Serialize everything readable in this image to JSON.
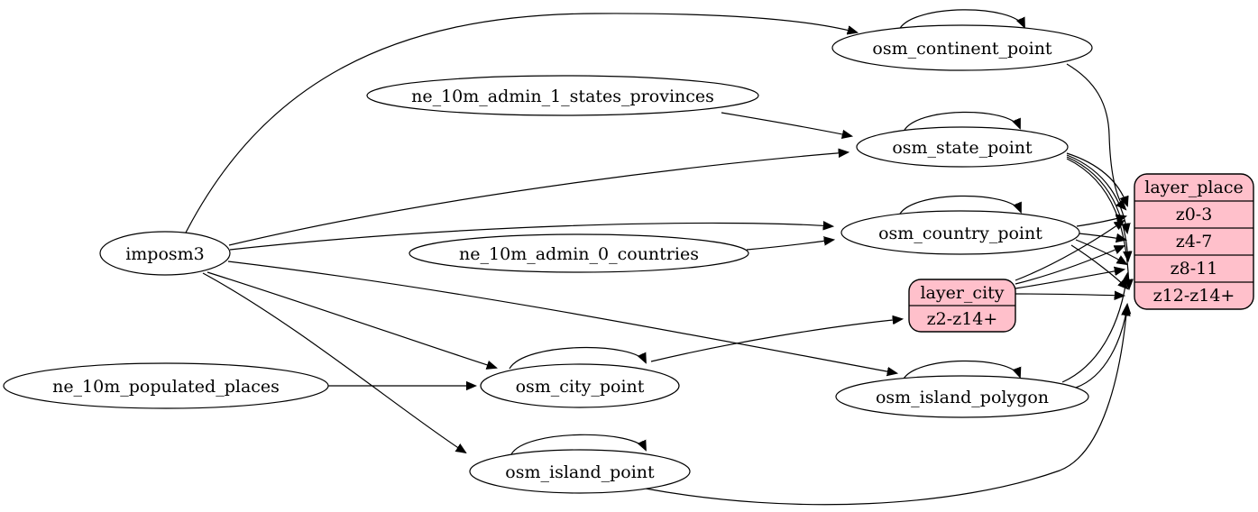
{
  "diagram": {
    "type": "etl-graph",
    "colors": {
      "background": "#ffffff",
      "node_fill": "#ffffff",
      "node_stroke": "#000000",
      "edge_stroke": "#000000",
      "layer_fill": "#ffc0cb"
    },
    "nodes": {
      "imposm3": {
        "label": "imposm3",
        "kind": "source"
      },
      "ne_10m_admin_1_states_provinces": {
        "label": "ne_10m_admin_1_states_provinces",
        "kind": "source"
      },
      "ne_10m_admin_0_countries": {
        "label": "ne_10m_admin_0_countries",
        "kind": "source"
      },
      "ne_10m_populated_places": {
        "label": "ne_10m_populated_places",
        "kind": "source"
      },
      "osm_continent_point": {
        "label": "osm_continent_point",
        "kind": "table"
      },
      "osm_state_point": {
        "label": "osm_state_point",
        "kind": "table"
      },
      "osm_country_point": {
        "label": "osm_country_point",
        "kind": "table"
      },
      "osm_city_point": {
        "label": "osm_city_point",
        "kind": "table"
      },
      "osm_island_polygon": {
        "label": "osm_island_polygon",
        "kind": "table"
      },
      "osm_island_point": {
        "label": "osm_island_point",
        "kind": "table"
      }
    },
    "records": {
      "layer_city": {
        "title": "layer_city",
        "rows": {
          "0": "z2-z14+"
        }
      },
      "layer_place": {
        "title": "layer_place",
        "rows": {
          "0": "z0-3",
          "1": "z4-7",
          "2": "z8-11",
          "3": "z12-z14+"
        }
      }
    },
    "edges": [
      {
        "from": "imposm3",
        "to": "osm_continent_point"
      },
      {
        "from": "imposm3",
        "to": "osm_state_point"
      },
      {
        "from": "imposm3",
        "to": "osm_country_point"
      },
      {
        "from": "imposm3",
        "to": "osm_city_point"
      },
      {
        "from": "imposm3",
        "to": "osm_island_polygon"
      },
      {
        "from": "imposm3",
        "to": "osm_island_point"
      },
      {
        "from": "ne_10m_admin_1_states_provinces",
        "to": "osm_state_point"
      },
      {
        "from": "ne_10m_admin_0_countries",
        "to": "osm_country_point"
      },
      {
        "from": "ne_10m_populated_places",
        "to": "osm_city_point"
      },
      {
        "from": "osm_continent_point",
        "to": "osm_continent_point"
      },
      {
        "from": "osm_state_point",
        "to": "osm_state_point"
      },
      {
        "from": "osm_country_point",
        "to": "osm_country_point"
      },
      {
        "from": "osm_city_point",
        "to": "osm_city_point"
      },
      {
        "from": "osm_island_polygon",
        "to": "osm_island_polygon"
      },
      {
        "from": "osm_island_point",
        "to": "osm_island_point"
      },
      {
        "from": "osm_continent_point",
        "to": "layer_place:z0-3"
      },
      {
        "from": "osm_state_point",
        "to": "layer_place:z0-3"
      },
      {
        "from": "osm_state_point",
        "to": "layer_place:z4-7"
      },
      {
        "from": "osm_state_point",
        "to": "layer_place:z8-11"
      },
      {
        "from": "osm_state_point",
        "to": "layer_place:z12-z14+"
      },
      {
        "from": "osm_country_point",
        "to": "layer_place:z0-3"
      },
      {
        "from": "osm_country_point",
        "to": "layer_place:z4-7"
      },
      {
        "from": "osm_country_point",
        "to": "layer_place:z8-11"
      },
      {
        "from": "osm_country_point",
        "to": "layer_place:z12-z14+"
      },
      {
        "from": "osm_city_point",
        "to": "layer_city:z2-z14+"
      },
      {
        "from": "osm_city_point",
        "to": "layer_place:z0-3"
      },
      {
        "from": "osm_city_point",
        "to": "layer_place:z4-7"
      },
      {
        "from": "osm_city_point",
        "to": "layer_place:z8-11"
      },
      {
        "from": "osm_city_point",
        "to": "layer_place:z12-z14+"
      },
      {
        "from": "osm_island_polygon",
        "to": "layer_place:z8-11"
      },
      {
        "from": "osm_island_polygon",
        "to": "layer_place:z12-z14+"
      },
      {
        "from": "osm_island_point",
        "to": "layer_place:z12-z14+"
      }
    ]
  }
}
